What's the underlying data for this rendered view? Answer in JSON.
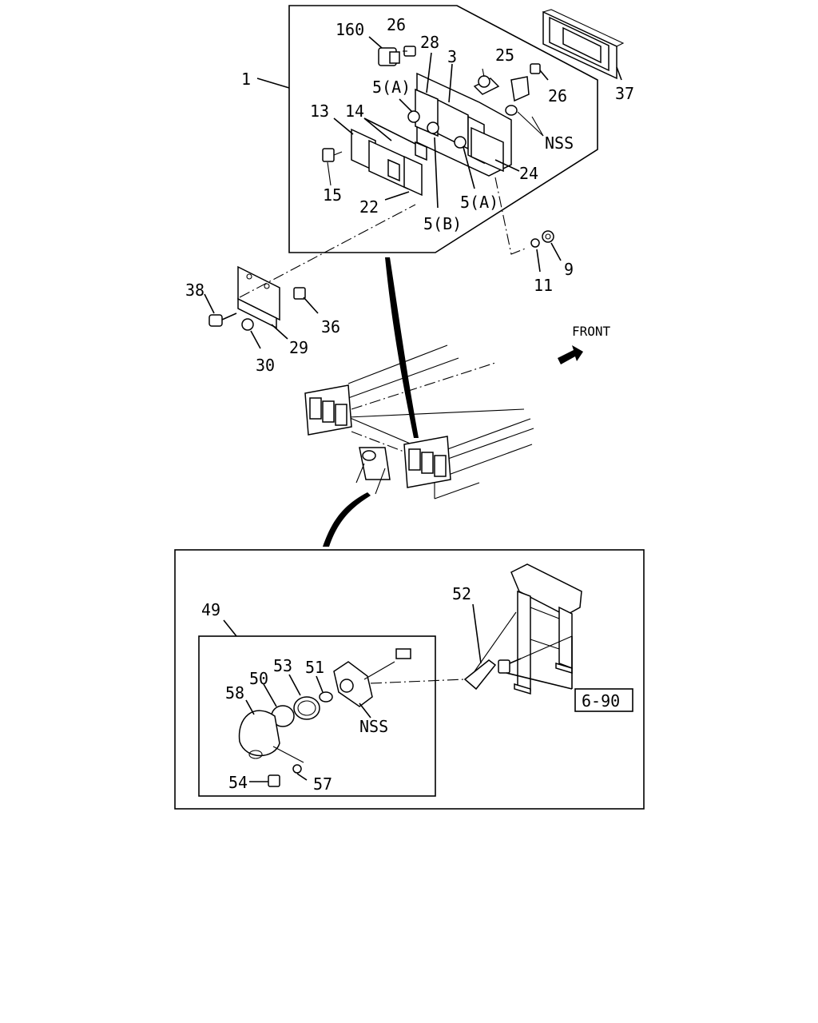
{
  "labels": {
    "p1": "1",
    "p3": "3",
    "p9": "9",
    "p11": "11",
    "p13": "13",
    "p14": "14",
    "p15": "15",
    "p22": "22",
    "p24": "24",
    "p25": "25",
    "p26a": "26",
    "p26b": "26",
    "p28": "28",
    "p29": "29",
    "p30": "30",
    "p36": "36",
    "p37": "37",
    "p38": "38",
    "p160": "160",
    "p5a_top": "5(A)",
    "p5a_bottom": "5(A)",
    "p5b": "5(B)",
    "nss_top": "NSS",
    "front": "FRONT",
    "p49": "49",
    "p50": "50",
    "p51": "51",
    "p52": "52",
    "p53": "53",
    "p54": "54",
    "p57": "57",
    "p58": "58",
    "nss_bottom": "NSS",
    "ref_690": "6-90"
  }
}
